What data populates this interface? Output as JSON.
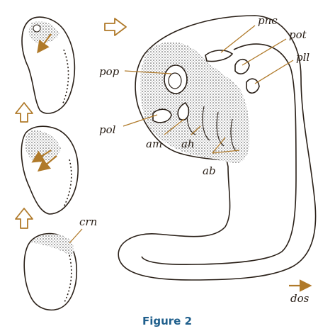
{
  "labels": {
    "pnc": "pnc",
    "pot": "pot",
    "pll": "pll",
    "pop": "pop",
    "pol": "pol",
    "am": "am",
    "ah": "ah",
    "ab": "ab",
    "crn": "crn",
    "dos": "dos"
  },
  "caption": "Figure 2",
  "colors": {
    "accent_arrows": "#b07a2a",
    "outline": "#2a2018",
    "caption": "#1f5f8c"
  }
}
